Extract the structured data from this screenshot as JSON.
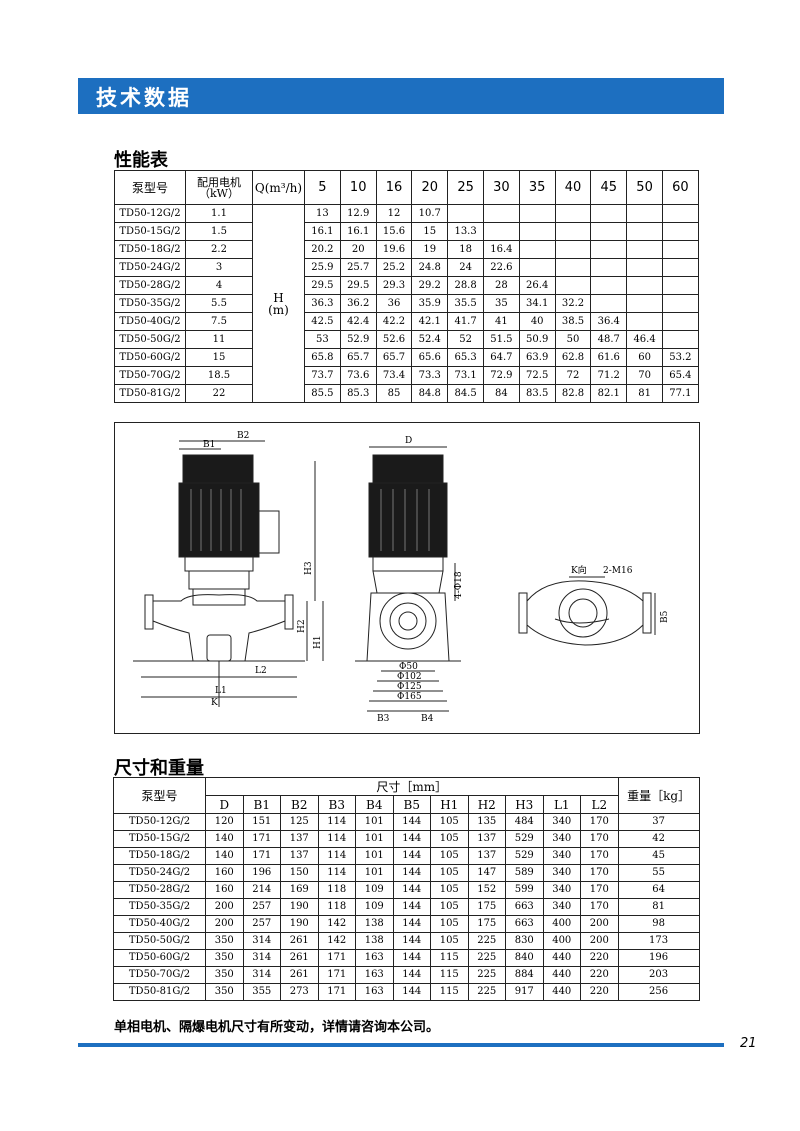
{
  "header": {
    "title": "技术数据"
  },
  "performance": {
    "title": "性能表",
    "col_model": "泵型号",
    "col_power": "配用电机（kW）",
    "col_flow": "Q(m³/h)",
    "head_label": "H",
    "head_unit": "(m)",
    "flows": [
      "5",
      "10",
      "16",
      "20",
      "25",
      "30",
      "35",
      "40",
      "45",
      "50",
      "60"
    ],
    "rows": [
      {
        "model": "TD50-12G/2",
        "power": "1.1",
        "values": [
          "13",
          "12.9",
          "12",
          "10.7",
          "",
          "",
          "",
          "",
          "",
          "",
          ""
        ]
      },
      {
        "model": "TD50-15G/2",
        "power": "1.5",
        "values": [
          "16.1",
          "16.1",
          "15.6",
          "15",
          "13.3",
          "",
          "",
          "",
          "",
          "",
          ""
        ]
      },
      {
        "model": "TD50-18G/2",
        "power": "2.2",
        "values": [
          "20.2",
          "20",
          "19.6",
          "19",
          "18",
          "16.4",
          "",
          "",
          "",
          "",
          ""
        ]
      },
      {
        "model": "TD50-24G/2",
        "power": "3",
        "values": [
          "25.9",
          "25.7",
          "25.2",
          "24.8",
          "24",
          "22.6",
          "",
          "",
          "",
          "",
          ""
        ]
      },
      {
        "model": "TD50-28G/2",
        "power": "4",
        "values": [
          "29.5",
          "29.5",
          "29.3",
          "29.2",
          "28.8",
          "28",
          "26.4",
          "",
          "",
          "",
          ""
        ]
      },
      {
        "model": "TD50-35G/2",
        "power": "5.5",
        "values": [
          "36.3",
          "36.2",
          "36",
          "35.9",
          "35.5",
          "35",
          "34.1",
          "32.2",
          "",
          "",
          ""
        ]
      },
      {
        "model": "TD50-40G/2",
        "power": "7.5",
        "values": [
          "42.5",
          "42.4",
          "42.2",
          "42.1",
          "41.7",
          "41",
          "40",
          "38.5",
          "36.4",
          "",
          ""
        ]
      },
      {
        "model": "TD50-50G/2",
        "power": "11",
        "values": [
          "53",
          "52.9",
          "52.6",
          "52.4",
          "52",
          "51.5",
          "50.9",
          "50",
          "48.7",
          "46.4",
          ""
        ]
      },
      {
        "model": "TD50-60G/2",
        "power": "15",
        "values": [
          "65.8",
          "65.7",
          "65.7",
          "65.6",
          "65.3",
          "64.7",
          "63.9",
          "62.8",
          "61.6",
          "60",
          "53.2"
        ]
      },
      {
        "model": "TD50-70G/2",
        "power": "18.5",
        "values": [
          "73.7",
          "73.6",
          "73.4",
          "73.3",
          "73.1",
          "72.9",
          "72.5",
          "72",
          "71.2",
          "70",
          "65.4"
        ]
      },
      {
        "model": "TD50-81G/2",
        "power": "22",
        "values": [
          "85.5",
          "85.3",
          "85",
          "84.8",
          "84.5",
          "84",
          "83.5",
          "82.8",
          "82.1",
          "81",
          "77.1"
        ]
      }
    ]
  },
  "drawing": {
    "labels": {
      "b1": "B1",
      "b2": "B2",
      "b3": "B3",
      "b4": "B4",
      "b5": "B5",
      "h1": "H1",
      "h2": "H2",
      "h3": "H3",
      "l1": "L1",
      "l2": "L2",
      "k": "K",
      "d": "D",
      "k_dir": "K向",
      "bolt": "2-M16",
      "holes": "4-Φ18",
      "d50": "Φ50",
      "d102": "Φ102",
      "d125": "Φ125",
      "d165": "Φ165"
    },
    "colors": {
      "motor": "#1a1a1a",
      "line": "#222222"
    }
  },
  "dimensions": {
    "title": "尺寸和重量",
    "col_model": "泵型号",
    "col_size": "尺寸［mm］",
    "col_weight": "重量［kg］",
    "cols": [
      "D",
      "B1",
      "B2",
      "B3",
      "B4",
      "B5",
      "H1",
      "H2",
      "H3",
      "L1",
      "L2"
    ],
    "rows": [
      {
        "model": "TD50-12G/2",
        "values": [
          "120",
          "151",
          "125",
          "114",
          "101",
          "144",
          "105",
          "135",
          "484",
          "340",
          "170"
        ],
        "weight": "37"
      },
      {
        "model": "TD50-15G/2",
        "values": [
          "140",
          "171",
          "137",
          "114",
          "101",
          "144",
          "105",
          "137",
          "529",
          "340",
          "170"
        ],
        "weight": "42"
      },
      {
        "model": "TD50-18G/2",
        "values": [
          "140",
          "171",
          "137",
          "114",
          "101",
          "144",
          "105",
          "137",
          "529",
          "340",
          "170"
        ],
        "weight": "45"
      },
      {
        "model": "TD50-24G/2",
        "values": [
          "160",
          "196",
          "150",
          "114",
          "101",
          "144",
          "105",
          "147",
          "589",
          "340",
          "170"
        ],
        "weight": "55"
      },
      {
        "model": "TD50-28G/2",
        "values": [
          "160",
          "214",
          "169",
          "118",
          "109",
          "144",
          "105",
          "152",
          "599",
          "340",
          "170"
        ],
        "weight": "64"
      },
      {
        "model": "TD50-35G/2",
        "values": [
          "200",
          "257",
          "190",
          "118",
          "109",
          "144",
          "105",
          "175",
          "663",
          "340",
          "170"
        ],
        "weight": "81"
      },
      {
        "model": "TD50-40G/2",
        "values": [
          "200",
          "257",
          "190",
          "142",
          "138",
          "144",
          "105",
          "175",
          "663",
          "400",
          "200"
        ],
        "weight": "98"
      },
      {
        "model": "TD50-50G/2",
        "values": [
          "350",
          "314",
          "261",
          "142",
          "138",
          "144",
          "105",
          "225",
          "830",
          "400",
          "200"
        ],
        "weight": "173"
      },
      {
        "model": "TD50-60G/2",
        "values": [
          "350",
          "314",
          "261",
          "171",
          "163",
          "144",
          "115",
          "225",
          "840",
          "440",
          "220"
        ],
        "weight": "196"
      },
      {
        "model": "TD50-70G/2",
        "values": [
          "350",
          "314",
          "261",
          "171",
          "163",
          "144",
          "115",
          "225",
          "884",
          "440",
          "220"
        ],
        "weight": "203"
      },
      {
        "model": "TD50-81G/2",
        "values": [
          "350",
          "355",
          "273",
          "171",
          "163",
          "144",
          "115",
          "225",
          "917",
          "440",
          "220"
        ],
        "weight": "256"
      }
    ]
  },
  "footnote": "单相电机、隔爆电机尺寸有所变动，详情请咨询本公司。",
  "page_number": "21"
}
